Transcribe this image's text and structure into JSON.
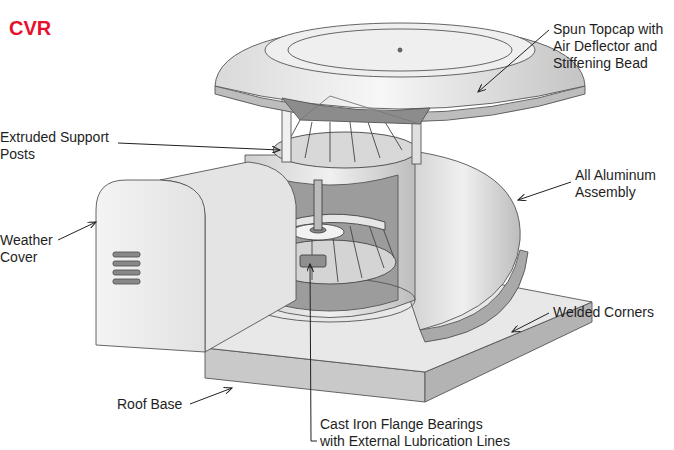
{
  "diagram": {
    "title": "CVR",
    "labels": [
      "Spun Topcap with Air Deflector and Stiffening Bead",
      "Extruded Support Posts",
      "All Aluminum Assembly",
      "Weather Cover",
      "Welded Corners",
      "Roof Base",
      "Cast Iron Flange Bearings with External Lubrication Lines"
    ]
  }
}
